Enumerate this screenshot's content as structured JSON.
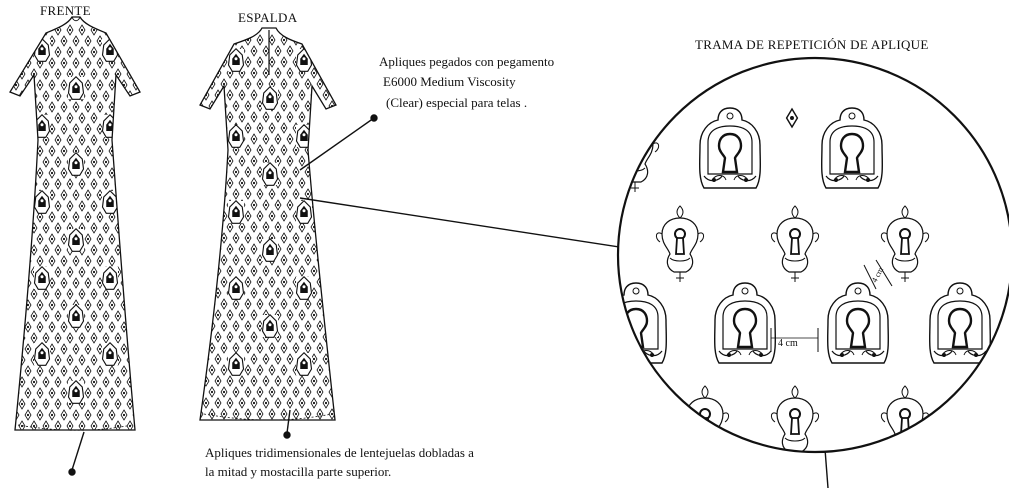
{
  "titles": {
    "front": "FRENTE",
    "back": "ESPALDA",
    "pattern": "TRAMA DE REPETICIÓN DE APLIQUE"
  },
  "notes": {
    "glue_line1": "Apliques pegados con pegamento",
    "glue_line2": "E6000 Medium Viscosity",
    "glue_line3": "(Clear) especial para telas .",
    "sequin_line1": "Apliques tridimensionales de lentejuelas dobladas a",
    "sequin_line2": "la mitad y mostacilla parte superior."
  },
  "measurements": {
    "horizontal_spacing": "4 cm",
    "diagonal_spacing": "4 cm"
  },
  "colors": {
    "line": "#111111",
    "background": "#ffffff"
  },
  "icons": {
    "motif": "keyhole-escutcheon-applique"
  }
}
